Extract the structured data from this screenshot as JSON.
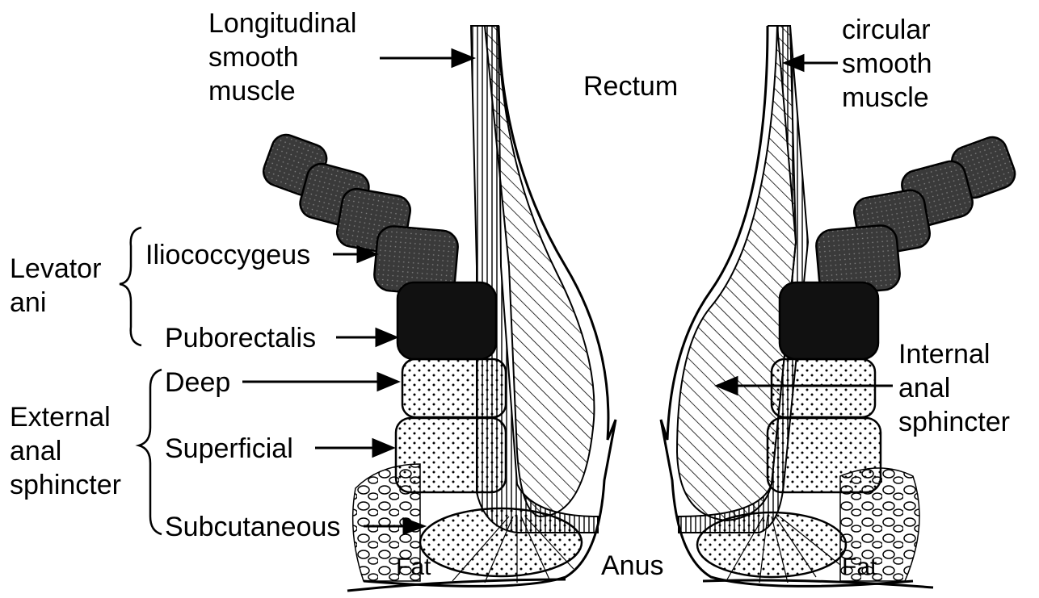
{
  "labels": {
    "longitudinal": [
      "Longitudinal",
      "smooth",
      "muscle"
    ],
    "circular": [
      "circular",
      "smooth",
      "muscle"
    ],
    "rectum": "Rectum",
    "levator": [
      "Levator",
      "ani"
    ],
    "iliococcygeus": "Iliococcygeus",
    "puborectalis": "Puborectalis",
    "external": [
      "External",
      "anal",
      "sphincter"
    ],
    "deep": "Deep",
    "superficial": "Superficial",
    "subcutaneous": "Subcutaneous",
    "internal": [
      "Internal",
      "anal",
      "sphincter"
    ],
    "fat_left": "Fat",
    "fat_right": "Fat",
    "anus": "Anus"
  },
  "colors": {
    "ink": "#000000",
    "dark_muscle": "#3a3a3a",
    "puborectalis": "#111111",
    "paper": "#ffffff"
  }
}
